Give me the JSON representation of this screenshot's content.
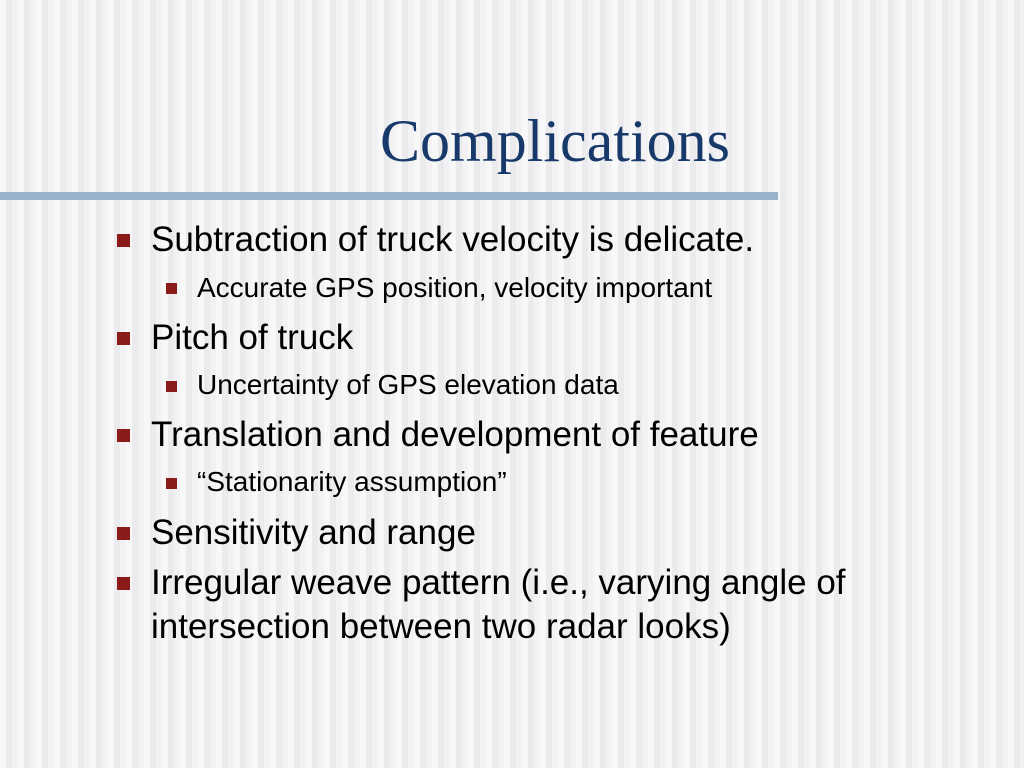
{
  "slide": {
    "title": "Complications",
    "bullets": [
      {
        "level": 1,
        "text": "Subtraction of truck velocity is delicate."
      },
      {
        "level": 2,
        "text": "Accurate GPS position, velocity important"
      },
      {
        "level": 1,
        "text": "Pitch of truck"
      },
      {
        "level": 2,
        "text": "Uncertainty of GPS elevation data"
      },
      {
        "level": 1,
        "text": "Translation and development of feature"
      },
      {
        "level": 2,
        "text": "“Stationarity assumption”"
      },
      {
        "level": 1,
        "text": "Sensitivity and range"
      },
      {
        "level": 1,
        "text": "Irregular weave pattern (i.e., varying angle of intersection between two radar looks)"
      }
    ]
  },
  "colors": {
    "title": "#183a6b",
    "title_rule": "#98b2cb",
    "bullet": "#8b1a1a"
  },
  "icons": {
    "bullet_marker": "square-bullet-icon"
  }
}
